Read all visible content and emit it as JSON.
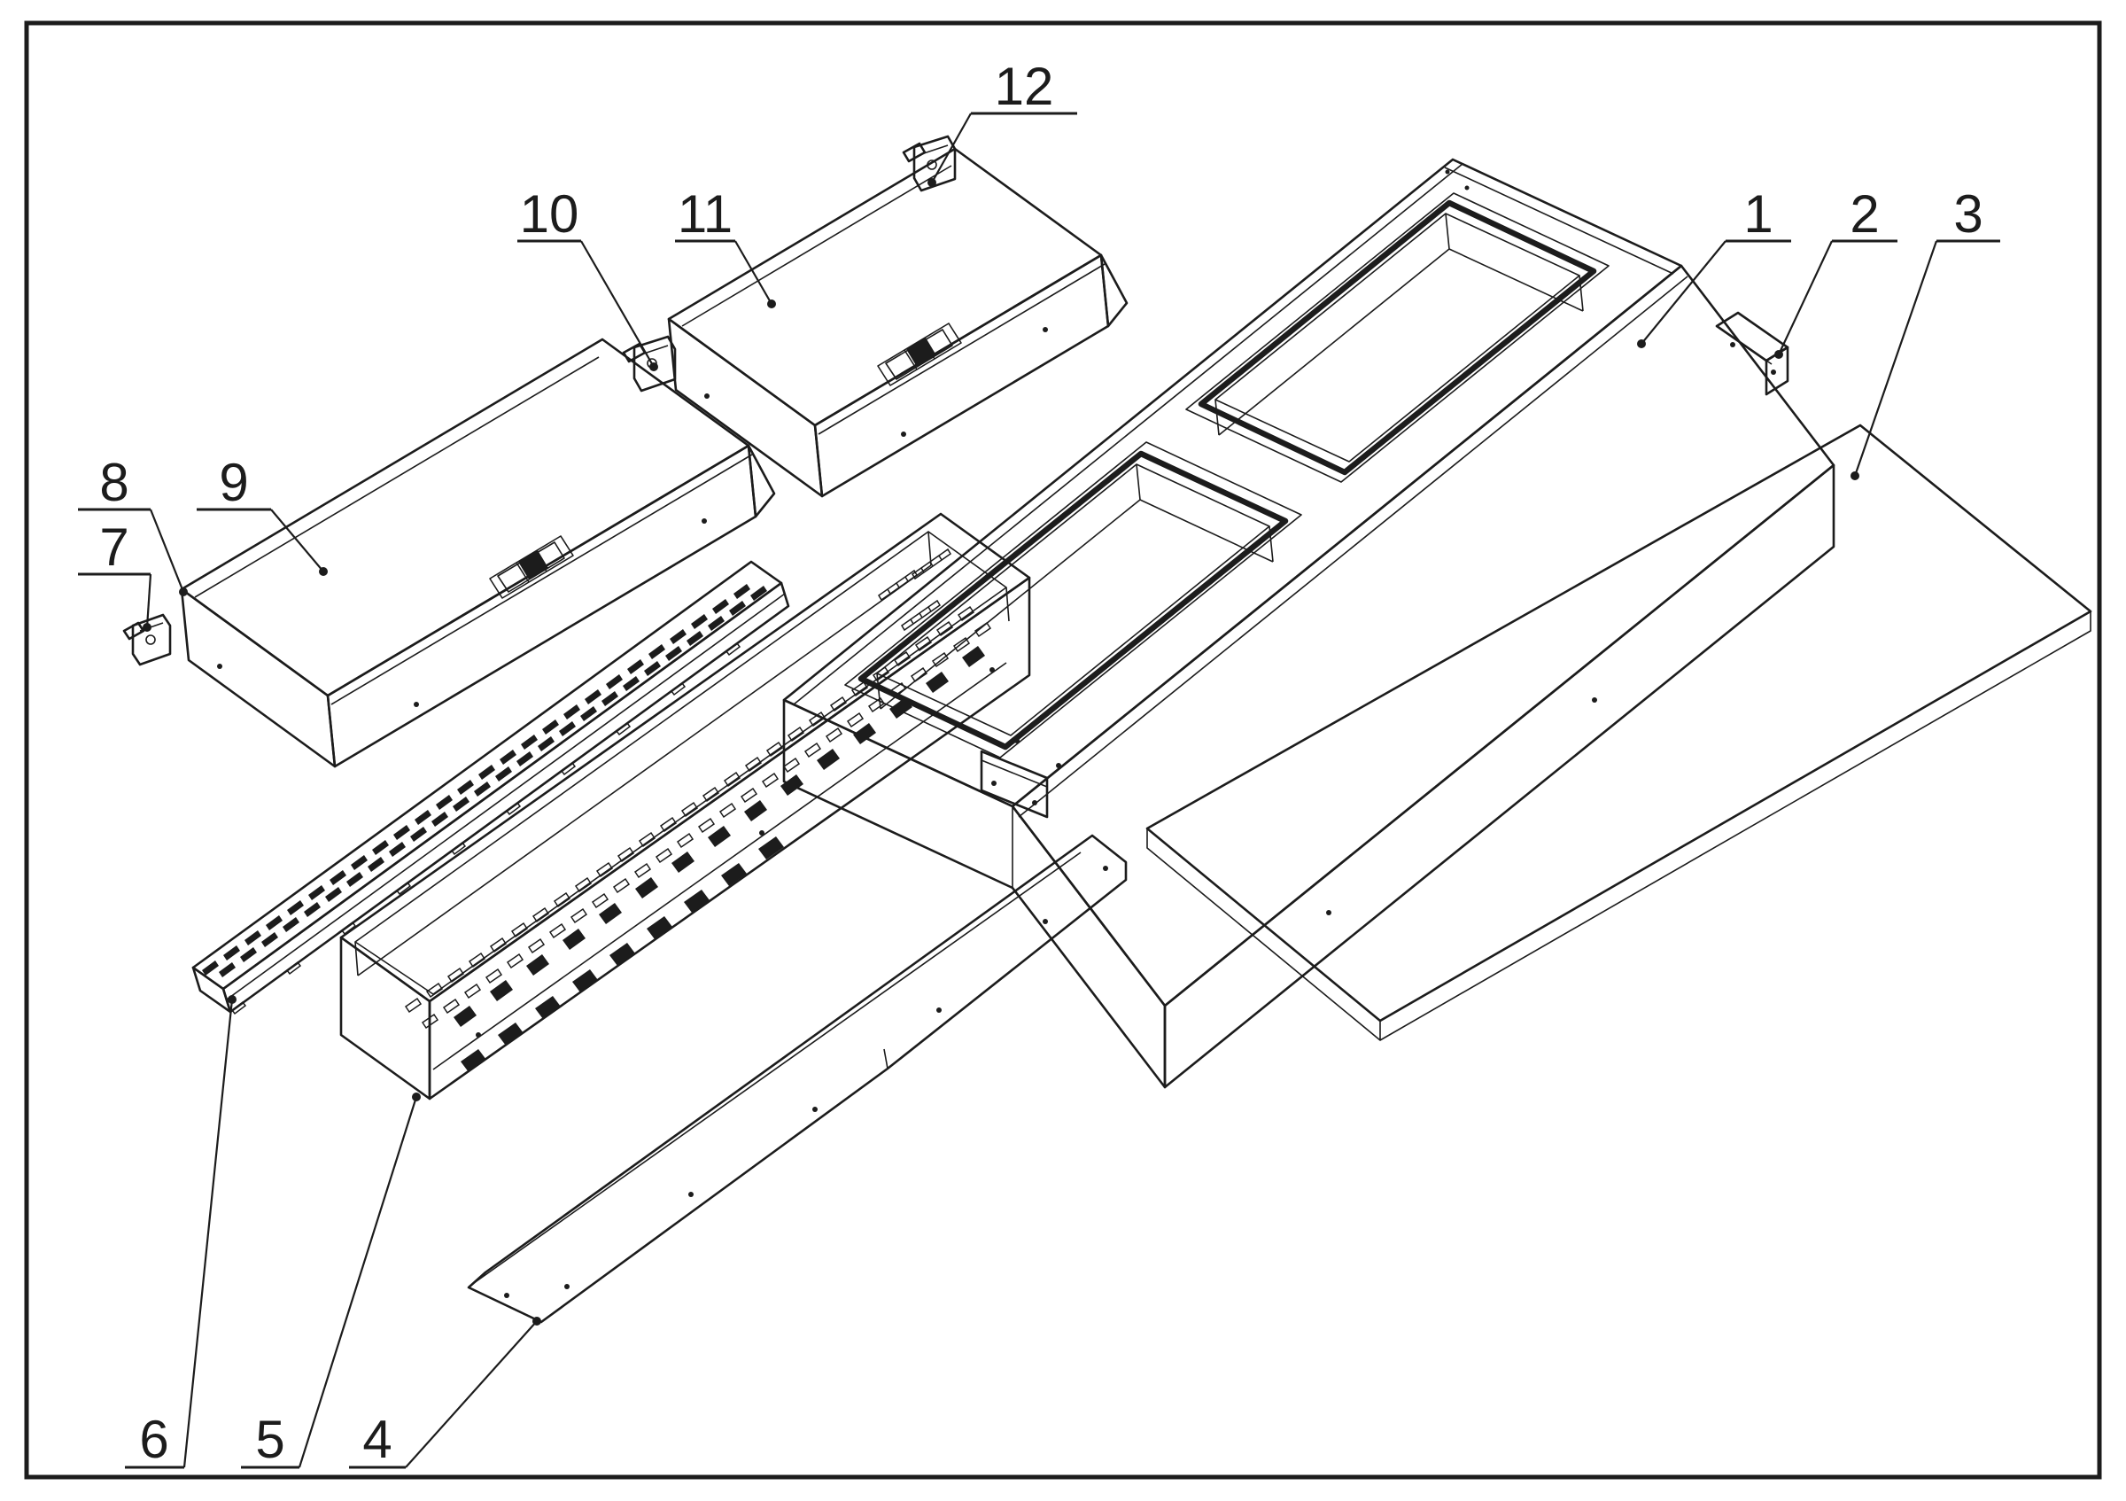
{
  "figure": {
    "background_color": "#ffffff",
    "ink_color": "#1c1c1c",
    "kind": "exploded-parts-diagram"
  },
  "callouts": {
    "c1": {
      "number": "1"
    },
    "c2": {
      "number": "2"
    },
    "c3": {
      "number": "3"
    },
    "c4": {
      "number": "4"
    },
    "c5": {
      "number": "5"
    },
    "c6": {
      "number": "6"
    },
    "c7": {
      "number": "7"
    },
    "c8": {
      "number": "8"
    },
    "c9": {
      "number": "9"
    },
    "c10": {
      "number": "10"
    },
    "c11": {
      "number": "11"
    },
    "c12": {
      "number": "12"
    }
  }
}
